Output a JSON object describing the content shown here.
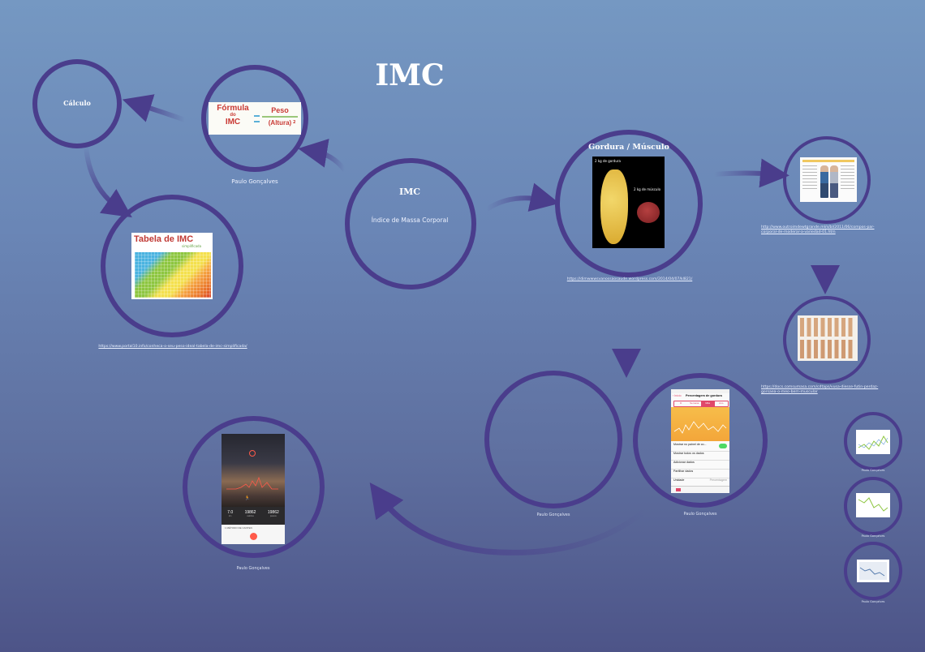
{
  "title": "IMC",
  "center": {
    "heading": "IMC",
    "subtitle": "Índice de Massa Corporal"
  },
  "calculo": {
    "label": "Cálculo"
  },
  "formula": {
    "caption": "Paulo Gonçalves",
    "img": {
      "line1": "Fórmula",
      "line2": "do",
      "line3": "IMC",
      "numerator": "Peso",
      "denominator": "(Altura)",
      "exponent": "2"
    }
  },
  "tabela": {
    "img": {
      "title": "Tabela de IMC",
      "subtitle": "simplificada"
    },
    "link": "https://www.portal10.info/conheca-o-seu-peso-ideal-tabela-de-imc-simplificada/"
  },
  "gordura": {
    "heading": "Gordura / Músculo",
    "img": {
      "label_fat": "2 kg de gordura",
      "label_muscle": "2 kg de músculo"
    },
    "link": "https://dimwwwsvanossaosaude.wordpress.com/2014/04/07/kl821/"
  },
  "right_top": {
    "link": "http://www.outroimdewtgrande.ml/s/bl/2011/06/compos-par-corporal-de-moderar-a-variedad-01.htm"
  },
  "right_mid": {
    "link": "https://docs.comsumasa.com/cdtaps/vusa-diesse-futin-perdaz-gorsaea-o-meo-bem-muscular"
  },
  "phone": {
    "back": "Início",
    "title": "Percentagem de gordura",
    "tabs": [
      "D",
      "Semana",
      "Mês",
      "Ano"
    ],
    "rows": [
      "Mostrar no painel de co...",
      "Mostrar todos os dados",
      "Adicionar dados",
      "Partilhar dados",
      "Unidade"
    ],
    "unit_value": "Percentagem",
    "caption": "Paulo Gonçalves"
  },
  "empty": {
    "caption": "Paulo Gonçalves"
  },
  "strava": {
    "caption": "Paulo Gonçalves",
    "stats": [
      "7.0",
      "19862",
      "19862"
    ],
    "stat_labels": [
      "km",
      "calorias",
      "passos"
    ],
    "footer": "1 MÉTODO DE CANTEN"
  },
  "charts": {
    "captions": [
      "Paulo Gonçalves",
      "Paulo Gonçalves",
      "Paulo Gonçalves"
    ]
  },
  "colors": {
    "circle": "#4a3d8c",
    "arrow": "#4a3d8c"
  },
  "icons": [
    "arrow-icon",
    "chart-icon"
  ]
}
